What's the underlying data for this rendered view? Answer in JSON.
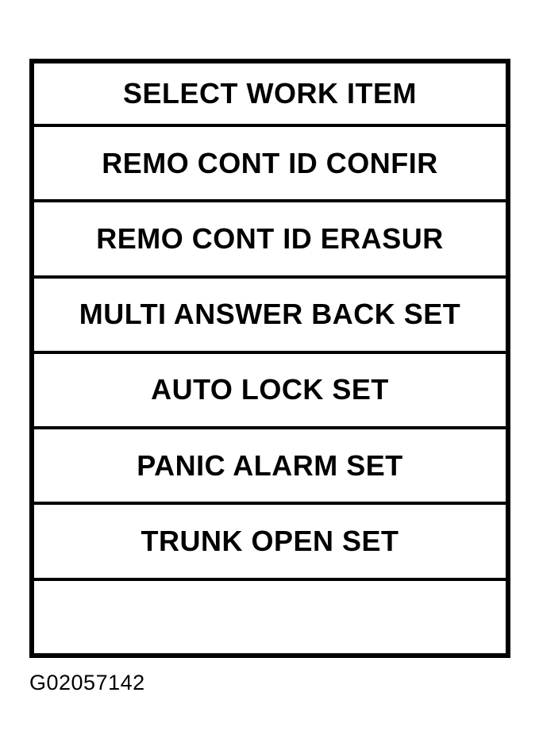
{
  "screen": {
    "title_row": "SELECT WORK ITEM",
    "rows": [
      {
        "label": "SELECT WORK ITEM"
      },
      {
        "label": "REMO CONT ID CONFIR"
      },
      {
        "label": "REMO CONT ID ERASUR"
      },
      {
        "label": "MULTI ANSWER BACK SET"
      },
      {
        "label": "AUTO LOCK SET"
      },
      {
        "label": "PANIC ALARM SET"
      },
      {
        "label": "TRUNK OPEN SET"
      },
      {
        "label": ""
      }
    ]
  },
  "figure": {
    "caption": "G02057142"
  },
  "colors": {
    "border": "#000000",
    "background": "#ffffff",
    "text": "#000000"
  }
}
